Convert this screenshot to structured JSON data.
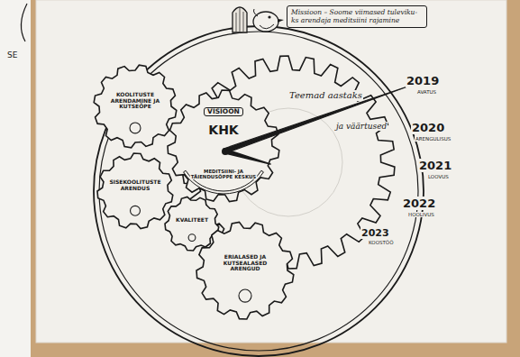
{
  "diagram": {
    "nodes": [
      {
        "text": [
          "Missioon – Soome viimased tuleviku- ks arendaja meditsiini rajamine"
        ]
      },
      {
        "text": [
          "Teemad aastaks",
          "ja väärtused"
        ]
      },
      {
        "text": [
          "VISIOON",
          "KHK",
          "MEDITSIINI- JA TÄIENDUSÕPPE KESKUS"
        ]
      },
      {
        "text": [
          "KOOLITUSTE ARENDAMINE JA KUTSEÕPE"
        ]
      },
      {
        "text": [
          "SISEKOOLITUSTE ARENDUS"
        ]
      },
      {
        "text": [
          "KVALITEET"
        ]
      },
      {
        "text": [
          "ERIALASED JA KUTSEALASED ARENGUD"
        ]
      }
    ],
    "labels": [
      "2019",
      "AVATUS",
      "2020",
      "ARENGULISUS",
      "2021",
      "LOOVUS",
      "2022",
      "HOOLIVUS",
      "2023",
      "KOOSTÖÖ",
      "SE"
    ]
  }
}
